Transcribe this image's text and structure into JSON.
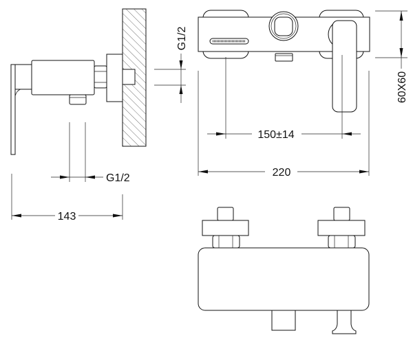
{
  "title": "Wall-mounted shower mixer technical drawing",
  "dimensions": {
    "depth": "143",
    "outlet_thread_bottom": "G1/2",
    "inlet_thread_side": "G1/2",
    "width": "220",
    "centers": "150±14",
    "escutcheon": "60X60"
  },
  "colors": {
    "line": "#111111",
    "background": "#ffffff"
  }
}
